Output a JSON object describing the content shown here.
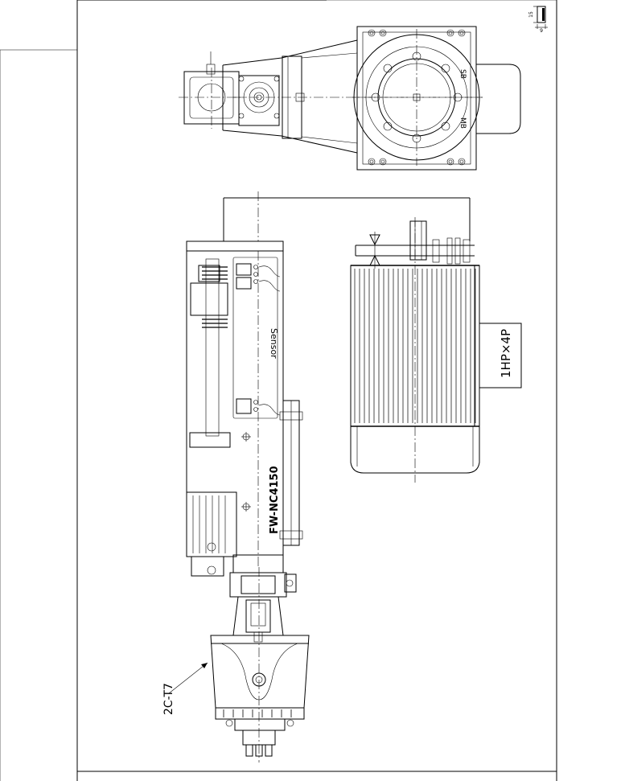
{
  "labels": {
    "sb": "SB",
    "mb": "MB",
    "sensor": "Sensor",
    "model": "FW-NC4150",
    "motor": "1HP×4P",
    "part": "2C-T7",
    "dim_15": "15",
    "dim_9": "9"
  },
  "colors": {
    "line": "#000000",
    "background": "#ffffff"
  }
}
